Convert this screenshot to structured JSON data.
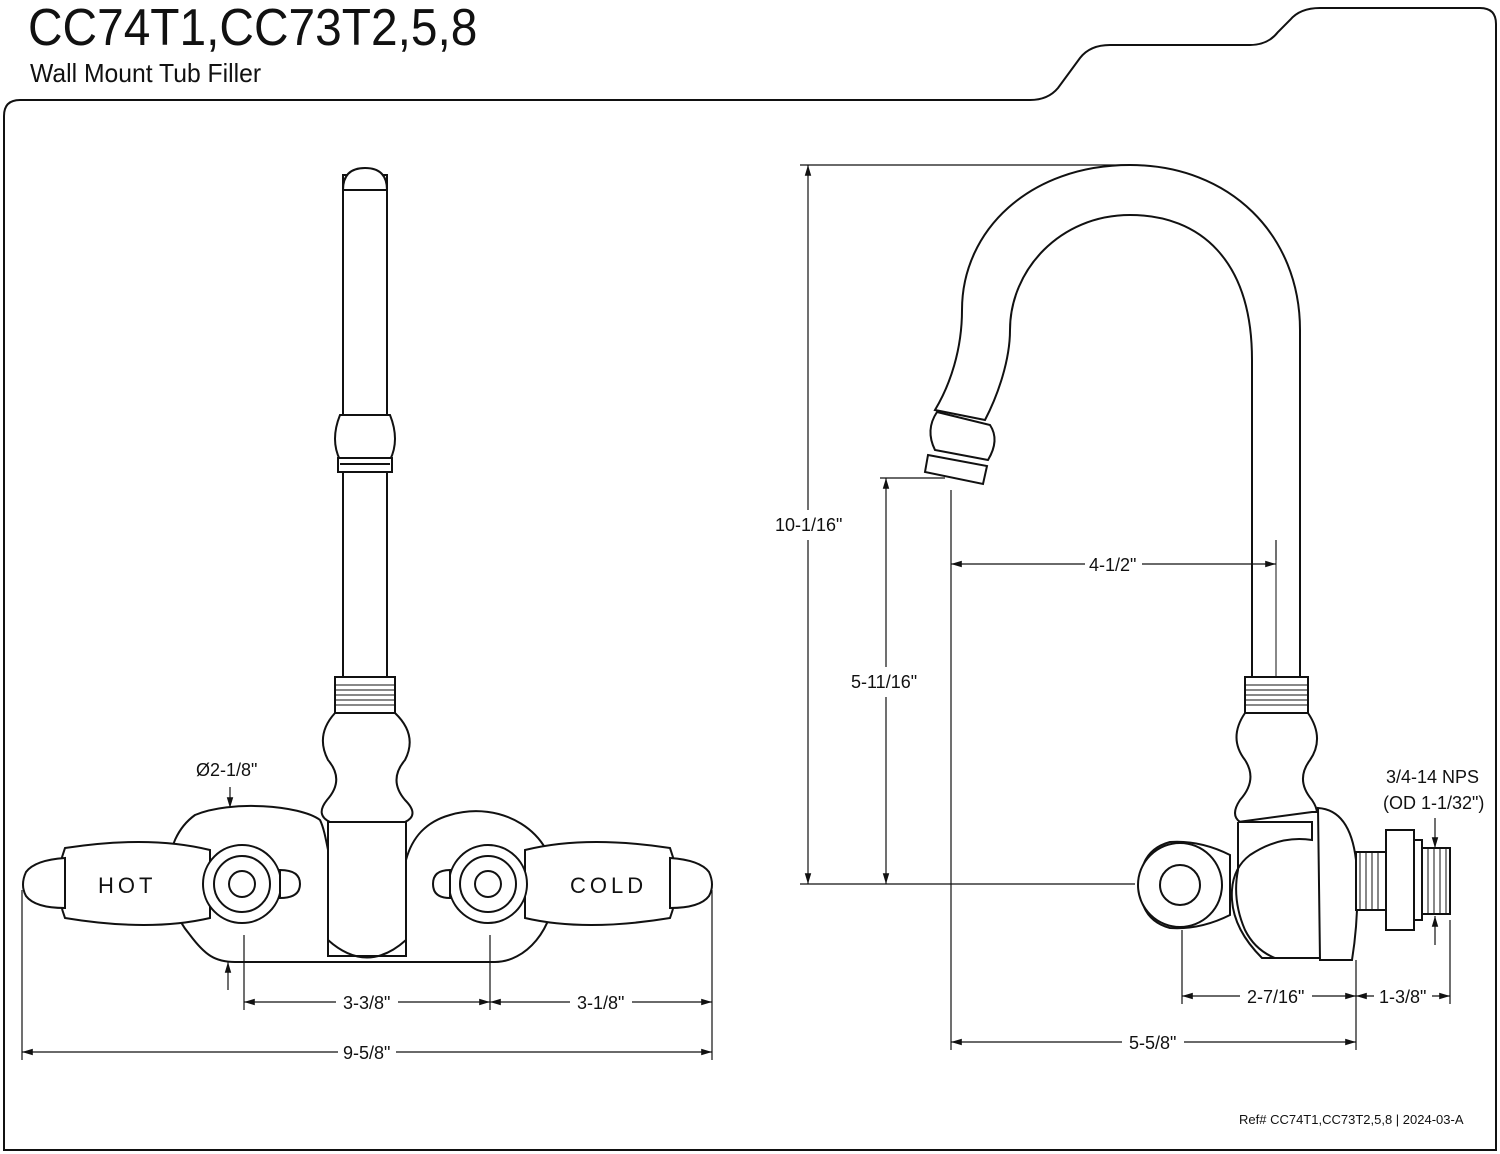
{
  "header": {
    "title": "CC74T1,CC73T2,5,8",
    "subtitle": "Wall Mount Tub Filler"
  },
  "front_view": {
    "handle_labels": {
      "hot": "HOT",
      "cold": "COLD"
    },
    "dimensions": {
      "flange_diameter": "Ø2-1/8\"",
      "center_left": "3-3/8\"",
      "center_right": "3-1/8\"",
      "overall_width": "9-5/8\""
    }
  },
  "side_view": {
    "dimensions": {
      "overall_height": "10-1/16\"",
      "spout_height": "5-11/16\"",
      "spout_reach": "4-1/2\"",
      "inlet_thread": "3/4-14 NPS",
      "inlet_od": "(OD 1-1/32\")",
      "inlet_depth": "2-7/16\"",
      "thread_length": "1-3/8\"",
      "overall_projection": "5-5/8\""
    }
  },
  "footer": {
    "reference": "Ref# CC74T1,CC73T2,5,8 | 2024-03-A"
  },
  "colors": {
    "line": "#111111",
    "background": "#ffffff"
  }
}
